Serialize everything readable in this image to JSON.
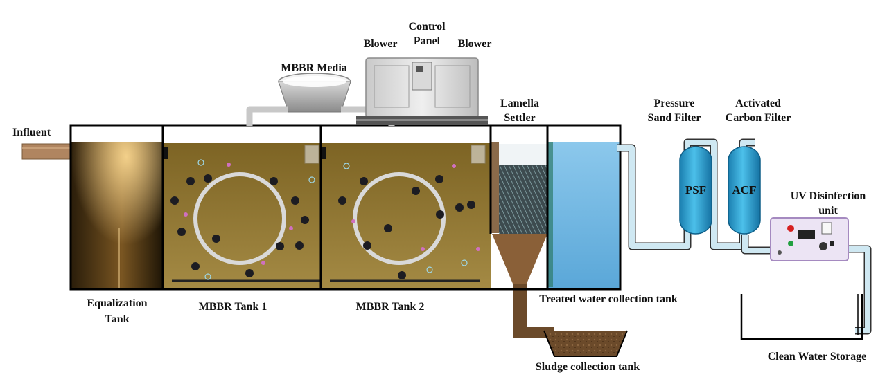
{
  "labels": {
    "influent": "Influent",
    "mbbr_media": "MBBR Media",
    "blower_left": "Blower",
    "control_panel_1": "Control",
    "control_panel_2": "Panel",
    "blower_right": "Blower",
    "lamella_1": "Lamella",
    "lamella_2": "Settler",
    "psf_1": "Pressure",
    "psf_2": "Sand Filter",
    "acf_1": "Activated",
    "acf_2": "Carbon Filter",
    "uv_1": "UV Disinfection",
    "uv_2": "unit",
    "eq_1": "Equalization",
    "eq_2": "Tank",
    "mbbr1": "MBBR Tank 1",
    "mbbr2": "MBBR Tank 2",
    "treated": "Treated water collection tank",
    "sludge": "Sludge collection tank",
    "clean": "Clean Water Storage",
    "psf_abbr": "PSF",
    "acf_abbr": "ACF"
  },
  "colors": {
    "equalization_water": "#3a2a12",
    "mbbr_water": "#8a6a2a",
    "treated_water": "#6fb6e0",
    "filter_vessel": "#2a9fd0",
    "pipe": "#cfe8f2",
    "sludge": "#6b4a2a",
    "uv_unit": "#e8e0f0"
  }
}
